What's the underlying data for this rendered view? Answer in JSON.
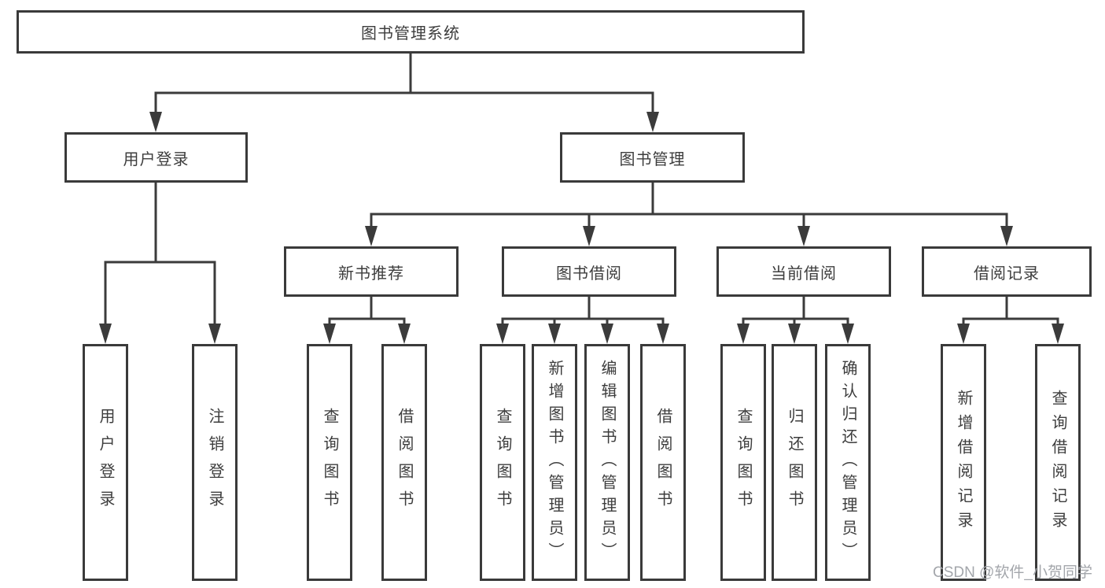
{
  "nodes": {
    "root": "图书管理系统",
    "user_login": "用户登录",
    "book_management": "图书管理",
    "new_book_recommend": "新书推荐",
    "book_borrow": "图书借阅",
    "current_borrow": "当前借阅",
    "borrow_records": "借阅记录",
    "leaf_user_login": "用户登录",
    "leaf_logout": "注销登录",
    "leaf_nbr_query_books": "查询图书",
    "leaf_nbr_borrow_books": "借阅图书",
    "leaf_bb_query_books": "查询图书",
    "leaf_bb_add_books": "新增图书（管理员）",
    "leaf_bb_edit_books": "编辑图书（管理员）",
    "leaf_bb_borrow_books": "借阅图书",
    "leaf_cb_query_books": "查询图书",
    "leaf_cb_return_books": "归还图书",
    "leaf_cb_confirm_return": "确认归还（管理员）",
    "leaf_br_add_record": "新增借阅记录",
    "leaf_br_query_record": "查询借阅记录"
  },
  "hierarchy": {
    "图书管理系统": {
      "用户登录": [
        "用户登录",
        "注销登录"
      ],
      "图书管理": {
        "新书推荐": [
          "查询图书",
          "借阅图书"
        ],
        "图书借阅": [
          "查询图书",
          "新增图书（管理员）",
          "编辑图书（管理员）",
          "借阅图书"
        ],
        "当前借阅": [
          "查询图书",
          "归还图书",
          "确认归还（管理员）"
        ],
        "借阅记录": [
          "新增借阅记录",
          "查询借阅记录"
        ]
      }
    }
  },
  "watermark": {
    "text": "CSDN @软件_小贺同学"
  },
  "colors": {
    "line": "#3b3b3b",
    "border": "#3a3a3a",
    "text": "#3d3d3d",
    "watermark": "#a3a6ab",
    "background": "#ffffff"
  }
}
